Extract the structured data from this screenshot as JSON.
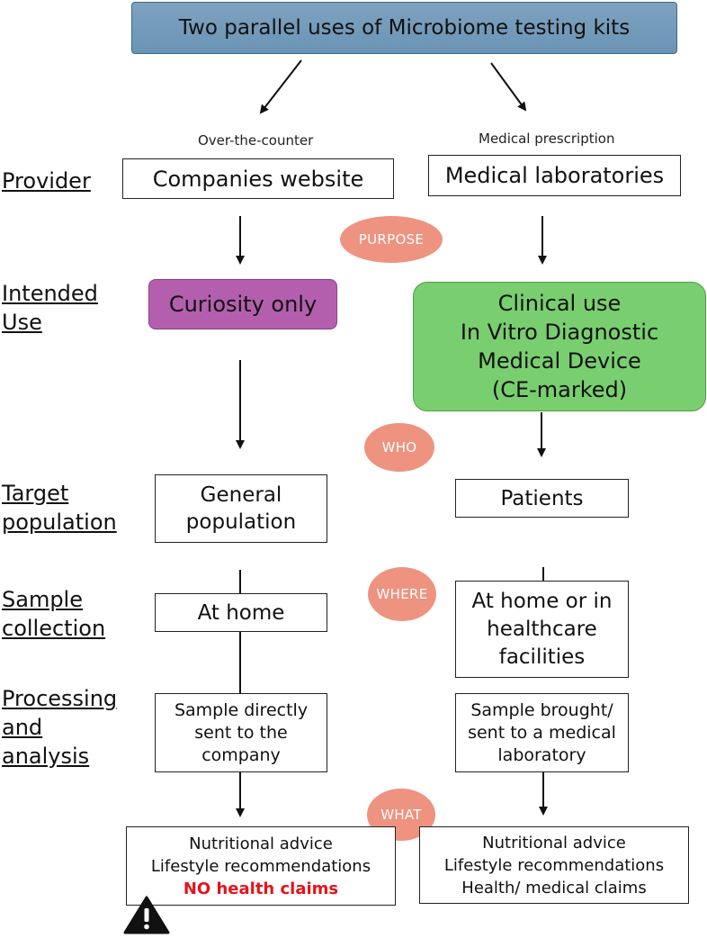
{
  "title": "Two parallel uses of Microbiome testing kits",
  "columns": {
    "left_heading": "Over-the-counter",
    "right_heading": "Medical prescription"
  },
  "row_labels": {
    "provider": "Provider",
    "intended_use_1": "Intended",
    "intended_use_2": "Use",
    "target_1": "Target",
    "target_2": "population",
    "sample_1": "Sample",
    "sample_2": "collection",
    "processing_1": "Processing",
    "processing_2": "and",
    "processing_3": "analysis"
  },
  "tags": {
    "purpose": "PURPOSE",
    "who": "WHO",
    "where": "WHERE",
    "what": "WHAT"
  },
  "left": {
    "provider": "Companies website",
    "use": "Curiosity only",
    "target_1": "General",
    "target_2": "population",
    "sample": "At home",
    "processing_1": "Sample directly",
    "processing_2": "sent to the",
    "processing_3": "company",
    "result_1": "Nutritional advice",
    "result_2": "Lifestyle recommendations",
    "result_3": "NO health claims"
  },
  "right": {
    "provider": "Medical laboratories",
    "use_1": "Clinical use",
    "use_2": "In Vitro Diagnostic",
    "use_3": "Medical Device",
    "use_4": "(CE-marked)",
    "target": "Patients",
    "sample_1": "At home or in",
    "sample_2": "healthcare",
    "sample_3": "facilities",
    "processing_1": "Sample brought/",
    "processing_2": "sent to a medical",
    "processing_3": "laboratory",
    "result_1": "Nutritional advice",
    "result_2": "Lifestyle recommendations",
    "result_3": "Health/ medical claims"
  },
  "colors": {
    "title_fill": "#7ea3c0",
    "curiosity_fill": "#b45fae",
    "clinical_fill": "#79cf6f",
    "tag_fill": "#ee9380",
    "warning_text": "#e3151a"
  },
  "icons": [
    "warning-icon"
  ]
}
